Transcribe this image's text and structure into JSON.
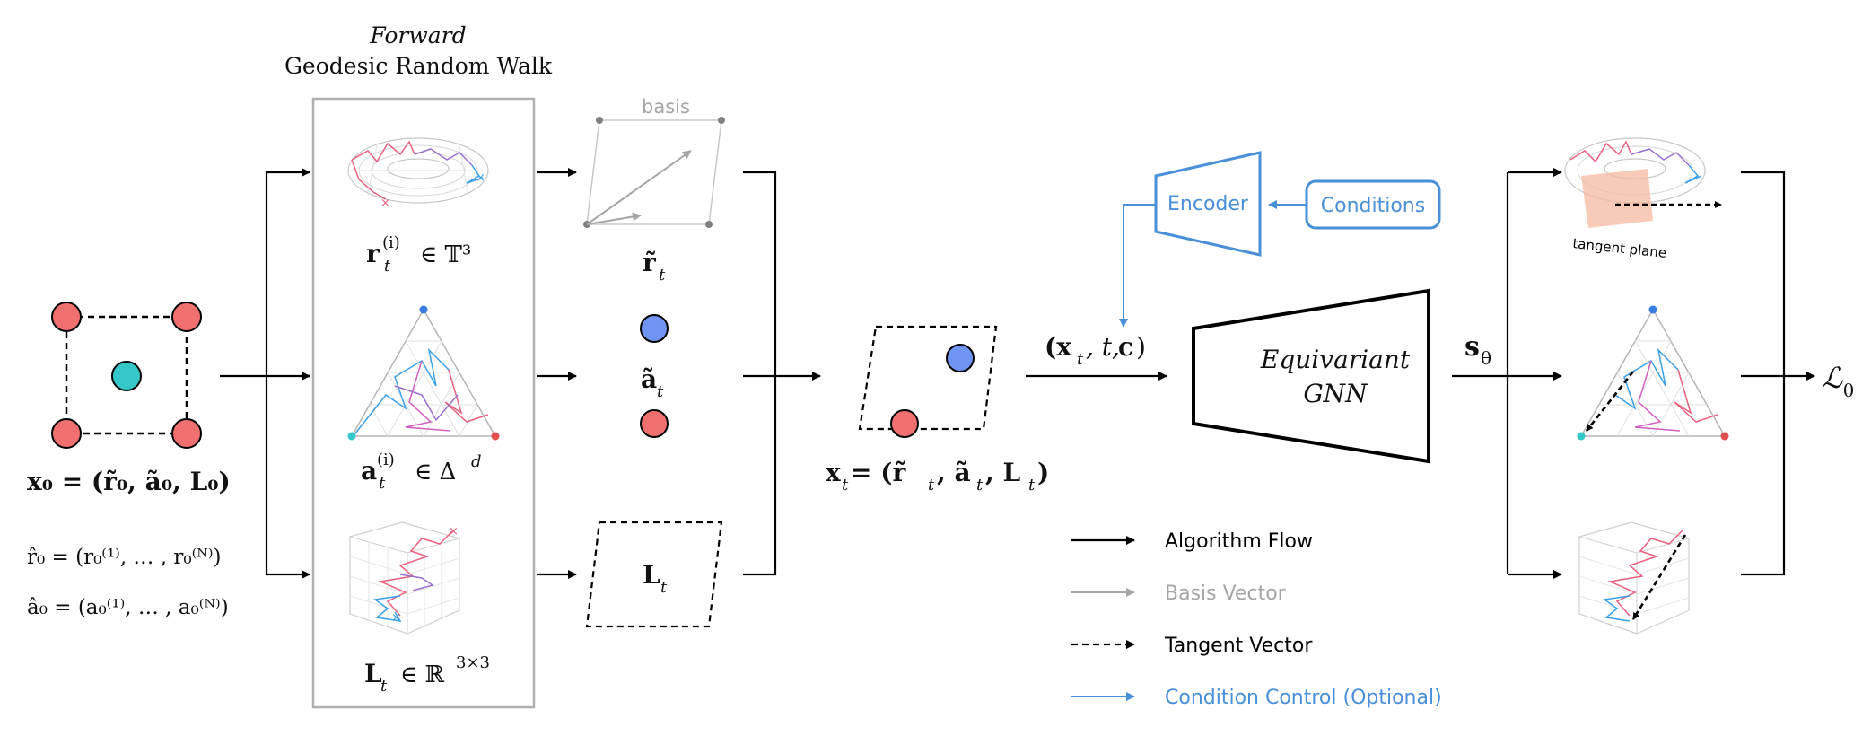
{
  "forward_panel": {
    "title_line1": "Forward",
    "title_line2": "Geodesic Random Walk",
    "label_r": "r",
    "label_r_sup": "(i)",
    "label_r_sub": "t",
    "label_r_space": "∈ 𝕋³",
    "label_a": "a",
    "label_a_sup": "(i)",
    "label_a_sub": "t",
    "label_a_space": "∈ Δ",
    "label_a_space_sup": "d",
    "label_L": "L",
    "label_L_sub": "t",
    "label_L_space": "∈ ℝ",
    "label_L_space_sup": "3×3"
  },
  "input": {
    "x0_label": "x₀ = (r̃₀, ã₀, L₀)",
    "r0_def": "r̂₀ = (r₀⁽¹⁾, … , r₀⁽ᴺ⁾)",
    "a0_def": "â₀ = (a₀⁽¹⁾, … , a₀⁽ᴺ⁾)"
  },
  "middle": {
    "basis_label": "basis",
    "r_tilde": "r̃",
    "r_tilde_sub": "t",
    "a_tilde": "ã",
    "a_tilde_sub": "t",
    "L_t": "L",
    "L_t_sub": "t",
    "xt_label": "x",
    "xt_sub": "t",
    "xt_rest": " = (r̃",
    "xt_rest2": ", ã",
    "xt_rest3": ", L",
    "xt_close": ")"
  },
  "gnn": {
    "input_label_open": "(x",
    "input_label_t": ", t, ",
    "input_label_c": "c",
    "input_label_close": ")",
    "title_line1": "Equivariant",
    "title_line2": "GNN",
    "encoder_label": "Encoder",
    "conditions_label": "Conditions",
    "score_label": "s",
    "score_sub": "θ"
  },
  "output": {
    "tangent_plane_label": "tangent plane",
    "loss_label": "ℒ",
    "loss_sub": "θ"
  },
  "legend": {
    "items": [
      {
        "label": "Algorithm Flow",
        "color": "#000000",
        "style": "solid"
      },
      {
        "label": "Basis Vector",
        "color": "#a6a6a6",
        "style": "solid"
      },
      {
        "label": "Tangent Vector",
        "color": "#000000",
        "style": "dashed"
      },
      {
        "label": "Condition Control (Optional)",
        "color": "#4a90d9",
        "style": "solid"
      }
    ]
  },
  "colors": {
    "atom_red": "#f07070",
    "atom_teal": "#33c7c7",
    "atom_blue": "#6f94f2",
    "condition_blue": "#4a90d9",
    "basis_gray": "#a6a6a6",
    "walk_red": "#e8607f",
    "walk_blue": "#3aa0e8",
    "walk_purple": "#9b6fd0",
    "tangent_orange": "#f5b9a0"
  }
}
